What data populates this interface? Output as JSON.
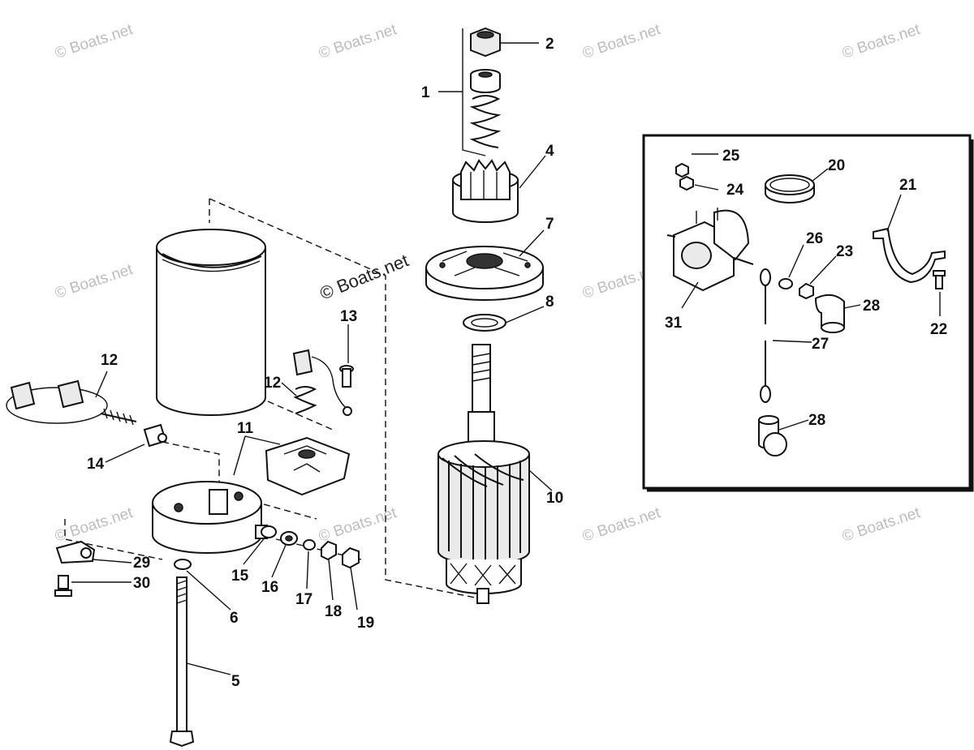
{
  "watermark": {
    "text": "© Boats.net"
  },
  "callouts": [
    {
      "id": "1",
      "label": "1"
    },
    {
      "id": "2",
      "label": "2"
    },
    {
      "id": "4",
      "label": "4"
    },
    {
      "id": "5",
      "label": "5"
    },
    {
      "id": "6",
      "label": "6"
    },
    {
      "id": "7",
      "label": "7"
    },
    {
      "id": "8",
      "label": "8"
    },
    {
      "id": "10",
      "label": "10"
    },
    {
      "id": "11",
      "label": "11"
    },
    {
      "id": "12a",
      "label": "12"
    },
    {
      "id": "12b",
      "label": "12"
    },
    {
      "id": "13",
      "label": "13"
    },
    {
      "id": "14",
      "label": "14"
    },
    {
      "id": "15",
      "label": "15"
    },
    {
      "id": "16",
      "label": "16"
    },
    {
      "id": "17",
      "label": "17"
    },
    {
      "id": "18",
      "label": "18"
    },
    {
      "id": "19",
      "label": "19"
    },
    {
      "id": "20",
      "label": "20"
    },
    {
      "id": "21",
      "label": "21"
    },
    {
      "id": "22",
      "label": "22"
    },
    {
      "id": "23",
      "label": "23"
    },
    {
      "id": "24",
      "label": "24"
    },
    {
      "id": "25",
      "label": "25"
    },
    {
      "id": "26",
      "label": "26"
    },
    {
      "id": "27",
      "label": "27"
    },
    {
      "id": "28a",
      "label": "28"
    },
    {
      "id": "28b",
      "label": "28"
    },
    {
      "id": "29",
      "label": "29"
    },
    {
      "id": "30",
      "label": "30"
    },
    {
      "id": "31",
      "label": "31"
    }
  ]
}
